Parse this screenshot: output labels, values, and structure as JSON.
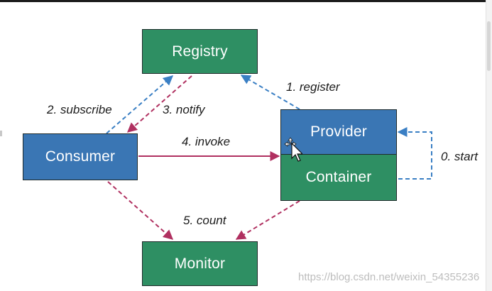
{
  "nodes": {
    "registry": "Registry",
    "consumer": "Consumer",
    "provider": "Provider",
    "container": "Container",
    "monitor": "Monitor"
  },
  "edges": {
    "register": "1. register",
    "subscribe": "2. subscribe",
    "notify": "3. notify",
    "invoke": "4. invoke",
    "count": "5. count",
    "start": "0. start"
  },
  "watermark": "https://blog.csdn.net/weixin_54355236",
  "colors": {
    "green_node": "#2e8f63",
    "blue_node": "#3a76b4",
    "blue_arrow": "#3a7fc4",
    "red_arrow": "#b03060"
  },
  "icons": [
    "move-cursor-icon"
  ]
}
